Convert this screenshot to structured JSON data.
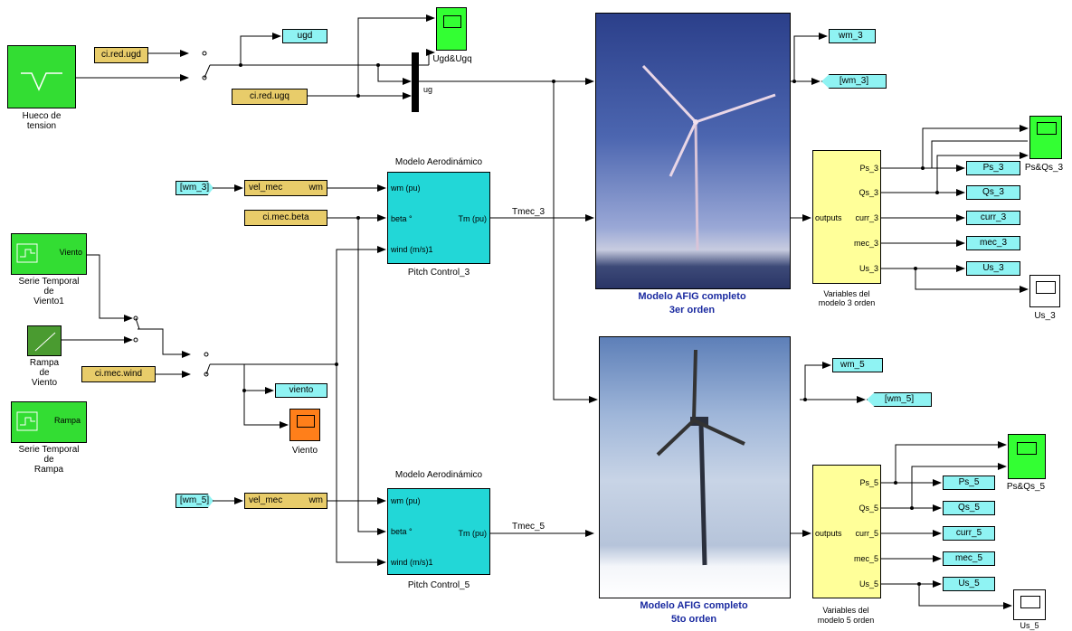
{
  "blocks": {
    "hueco": {
      "label": "Hueco de\ntension"
    },
    "ci_red_ugd": "ci.red.ugd",
    "ci_red_ugq": "ci.red.ugq",
    "ugd_goto": "ugd",
    "ugd_ugq_scope": "Ugd&Ugq",
    "ug_label": "ug",
    "wm3_from": "[wm_3]",
    "vel_mec_3": {
      "left": "vel_mec",
      "right": "wm"
    },
    "ci_mec_beta": "ci.mec.beta",
    "modelo_aero_3": "Modelo Aerodinámico",
    "pitch3": {
      "wm": "wm  (pu)",
      "beta": "beta °",
      "wind": "wind (m/s)1",
      "tm": "Tm (pu)",
      "label": "Pitch Control_3"
    },
    "tmec3": "Tmec_3",
    "serie_viento": {
      "port": "Viento",
      "label": "Serie Temporal\nde\nViento1"
    },
    "rampa": {
      "label": "Rampa\nde\nViento"
    },
    "ci_mec_wind": "ci.mec.wind",
    "viento_goto": "viento",
    "viento_scope": "Viento",
    "serie_rampa": {
      "port": "Rampa",
      "label": "Serie Temporal\nde\nRampa"
    },
    "wm5_from": "[wm_5]",
    "vel_mec_5": {
      "left": "vel_mec",
      "right": "wm"
    },
    "modelo_aero_5": "Modelo Aerodinámico",
    "pitch5": {
      "wm": "wm  (pu)",
      "beta": "beta °",
      "wind": "wind (m/s)1",
      "tm": "Tm (pu)",
      "label": "Pitch Control_5"
    },
    "tmec5": "Tmec_5",
    "afig3": {
      "title1": "Modelo AFIG completo",
      "title2": "3er orden"
    },
    "afig5": {
      "title1": "Modelo AFIG completo",
      "title2": "5to orden"
    },
    "wm3_goto": "wm_3",
    "wm3_goto2": "[wm_3]",
    "wm5_goto": "wm_5",
    "wm5_goto2": "[wm_5]",
    "vars3": {
      "outputs": "outputs",
      "ps": "Ps_3",
      "qs": "Qs_3",
      "curr": "curr_3",
      "mec": "mec_3",
      "us": "Us_3",
      "label": "Variables del\nmodelo 3 orden"
    },
    "vars5": {
      "outputs": "outputs",
      "ps": "Ps_5",
      "qs": "Qs_5",
      "curr": "curr_5",
      "mec": "mec_5",
      "us": "Us_5",
      "label": "Variables del\nmodelo 5 orden"
    },
    "goto3": {
      "ps": "Ps_3",
      "qs": "Qs_3",
      "curr": "curr_3",
      "mec": "mec_3",
      "us": "Us_3"
    },
    "goto5": {
      "ps": "Ps_5",
      "qs": "Qs_5",
      "curr": "curr_5",
      "mec": "mec_5",
      "us": "Us_5"
    },
    "psqs3_scope": "Ps&Qs_3",
    "psqs5_scope": "Ps&Qs_5",
    "us3_scope": "Us_3",
    "us5_scope": "Us_5"
  },
  "colors": {
    "constant": "#e8cc6a",
    "goto": "#8ff3f3",
    "source": "#33dd33",
    "scope": "#33ff33",
    "subsystem": "#ffff99",
    "pitch": "#22d7d7",
    "viento_scope": "#ff7f1a"
  }
}
